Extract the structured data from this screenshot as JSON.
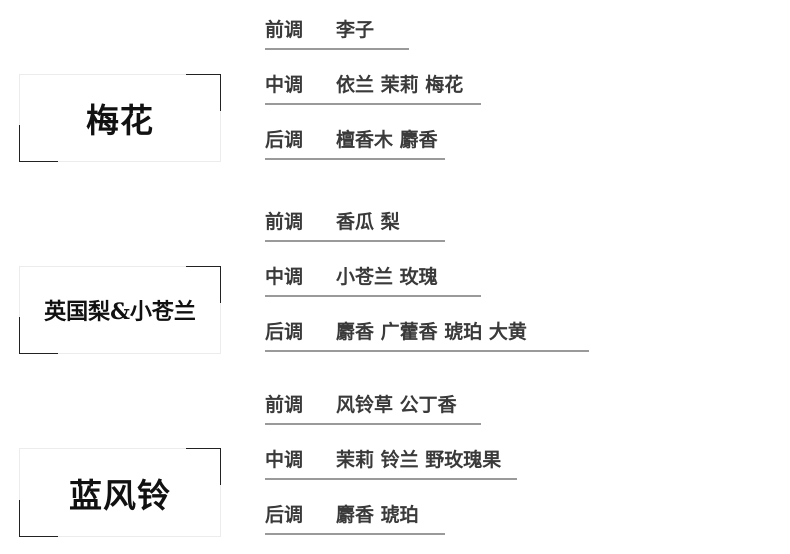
{
  "perfumes": [
    {
      "name": "梅花",
      "notes": [
        {
          "label": "前调",
          "value": "李子"
        },
        {
          "label": "中调",
          "value": "依兰 茉莉 梅花"
        },
        {
          "label": "后调",
          "value": "檀香木 麝香"
        }
      ]
    },
    {
      "name": "英国梨&小苍兰",
      "notes": [
        {
          "label": "前调",
          "value": "香瓜 梨"
        },
        {
          "label": "中调",
          "value": "小苍兰 玫瑰"
        },
        {
          "label": "后调",
          "value": "麝香 广藿香 琥珀 大黄"
        }
      ]
    },
    {
      "name": "蓝风铃",
      "notes": [
        {
          "label": "前调",
          "value": "风铃草 公丁香"
        },
        {
          "label": "中调",
          "value": "茉莉 铃兰 野玫瑰果"
        },
        {
          "label": "后调",
          "value": "麝香 琥珀"
        }
      ]
    }
  ]
}
